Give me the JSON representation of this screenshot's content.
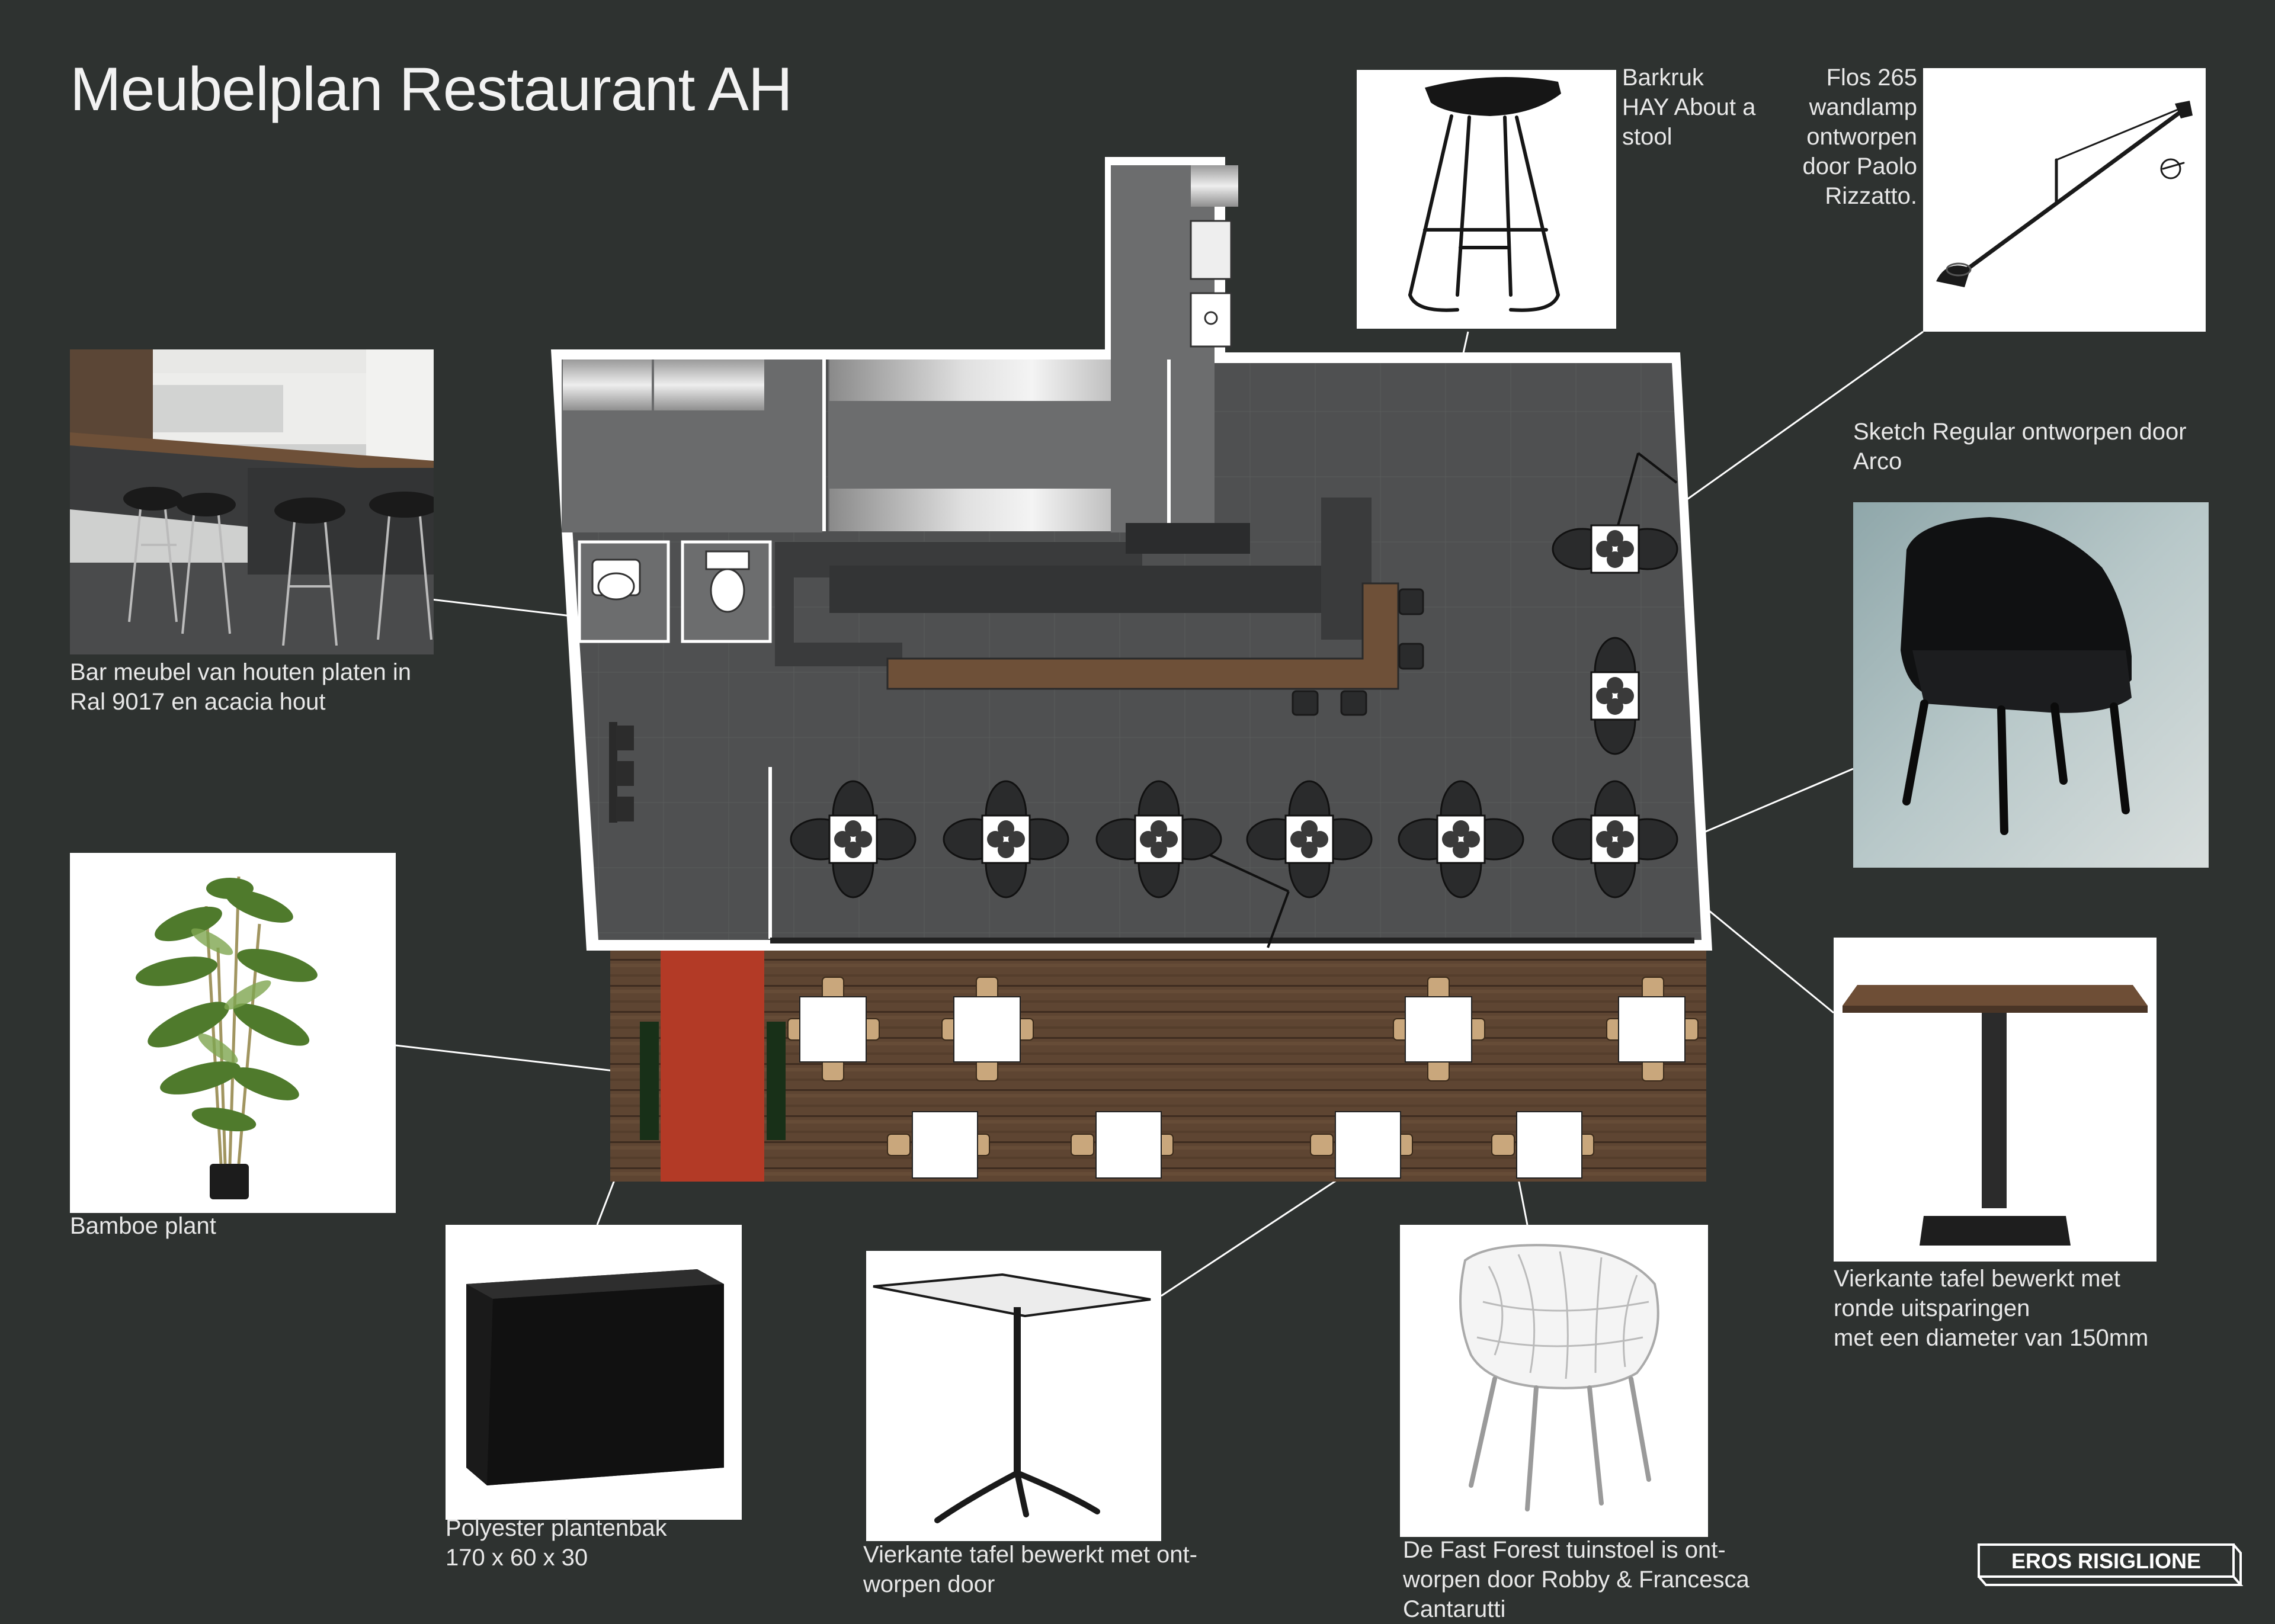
{
  "title": "Meubelplan Restaurant AH",
  "captions": {
    "barkruk": "Barkruk\nHAY About a\nstool",
    "flos": "Flos 265\nwandlamp\nontworpen\ndoor Paolo\nRizzatto.",
    "sketch": "Sketch Regular ontworpen door\nArco",
    "bar": "Bar meubel van houten platen in\nRal 9017 en acacia hout",
    "bamboe": "Bamboe plant",
    "plantenbak": "Polyester plantenbak\n170 x 60 x 30",
    "tafel_outdoor": "Vierkante tafel bewerkt met ont-\nworpen door",
    "fast_forest": "De Fast Forest tuinstoel is ont-\nworpen door Robby & Francesca\nCantarutti",
    "tafel_indoor": "Vierkante tafel bewerkt met\nronde uitsparingen\nmet een diameter van 150mm"
  },
  "logo_text": "EROS RISIGLIONE",
  "colors": {
    "background": "#2e3230",
    "floor": "#4d4e4f",
    "wood": "#5b4330",
    "red_carpet": "#b33a26",
    "bar_wood": "#6e5038"
  },
  "icons": [
    "barstool-icon",
    "wall-lamp-icon",
    "armchair-icon",
    "table-icon",
    "bamboo-icon",
    "planter-icon",
    "bistro-table-icon",
    "garden-chair-icon"
  ]
}
